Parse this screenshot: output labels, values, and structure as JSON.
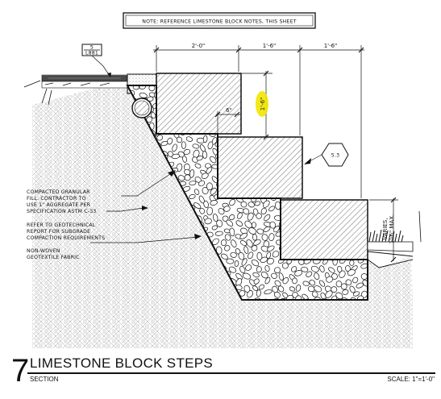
{
  "note": "NOTE: REFERENCE LIMESTONE BLOCK NOTES, THIS SHEET",
  "detail_tag": {
    "number": "5",
    "sheet": "L881"
  },
  "section_tag": "5.3",
  "dimensions": {
    "width_1": "2'-0\"",
    "width_2": "1'-6\"",
    "width_3": "1'-6\"",
    "riser": "1'-6\"",
    "setback": "6\"",
    "varies_line1": "VARIES,",
    "varies_line2": "1'-6\" MAX."
  },
  "callouts": {
    "granular": [
      "COMPACTED GRANULAR",
      "FILL. CONTRACTOR TO",
      "USE 1\" AGGREGATE PER",
      "SPECIFICATION ASTM C-33"
    ],
    "geotech": [
      "REFER TO GEOTECHNICAL",
      "REPORT FOR SUBGRADE",
      "COMPACTION REQUIREMENTS"
    ],
    "fabric": [
      "NON-WOVEN",
      "GEOTEXTILE FABRIC"
    ]
  },
  "title": {
    "number": "7",
    "name": "LIMESTONE BLOCK STEPS",
    "subtitle": "SECTION",
    "scale": "SCALE: 1\"=1'-0\""
  },
  "colors": {
    "line": "#111111",
    "highlight": "#f2e600",
    "paper": "#ffffff"
  }
}
